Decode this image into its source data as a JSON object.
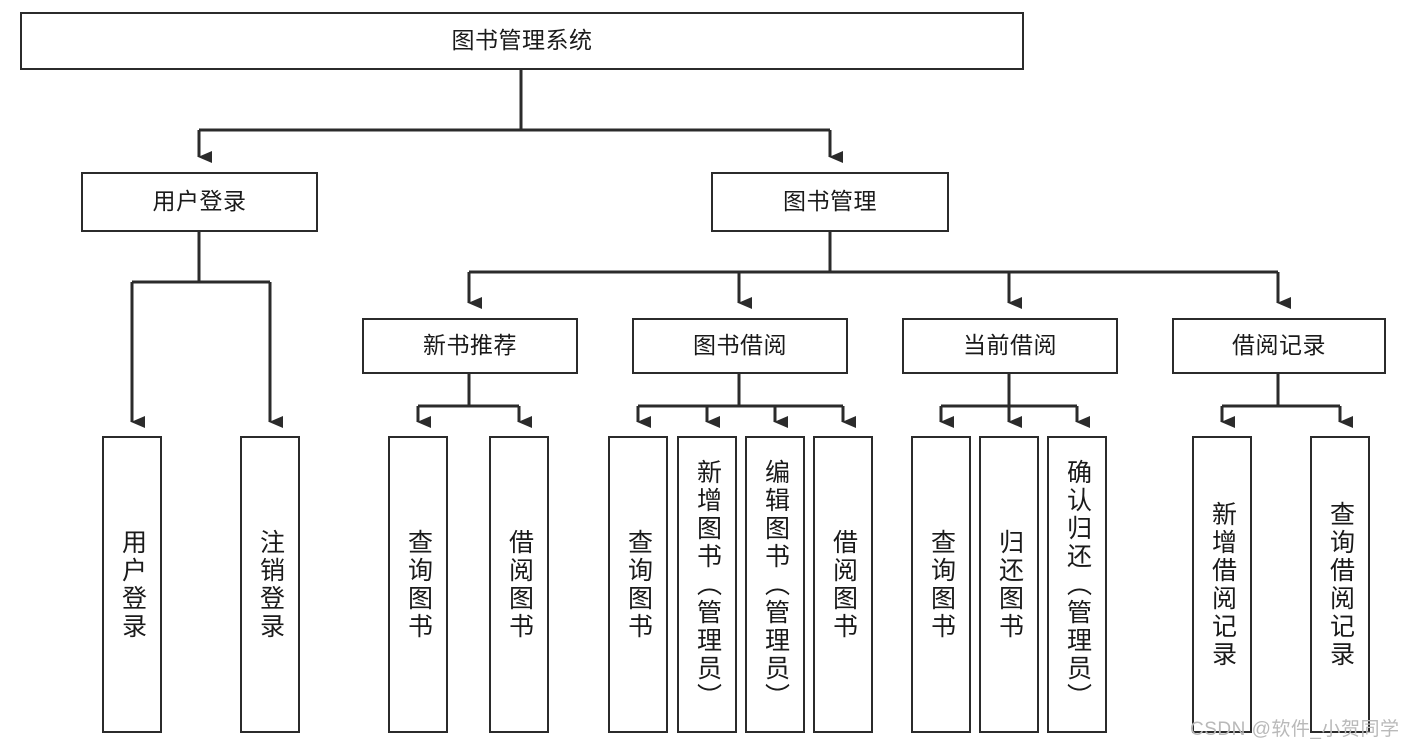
{
  "diagram": {
    "title": "图书管理系统",
    "type": "tree-hierarchy",
    "orientation": "top-down",
    "colors": {
      "box_border": "#2b2b2b",
      "box_fill": "#ffffff",
      "edge": "#2b2b2b",
      "text": "#1a1a1a",
      "watermark": "#b9b9b9",
      "background": "#ffffff"
    }
  },
  "nodes": {
    "root": {
      "label": "图书管理系统",
      "level": 1
    },
    "level2": [
      {
        "id": "user-login",
        "label": "用户登录"
      },
      {
        "id": "book-manage",
        "label": "图书管理"
      }
    ],
    "level3": [
      {
        "id": "new-book-recommend",
        "label": "新书推荐"
      },
      {
        "id": "book-borrow",
        "label": "图书借阅"
      },
      {
        "id": "current-borrow",
        "label": "当前借阅"
      },
      {
        "id": "borrow-record",
        "label": "借阅记录"
      }
    ],
    "leaves": {
      "user-login": [
        {
          "id": "leaf-user-login",
          "label": "用户登录"
        },
        {
          "id": "leaf-user-logout",
          "label": "注销登录"
        }
      ],
      "new-book-recommend": [
        {
          "id": "leaf-query-book-1",
          "label": "查询图书"
        },
        {
          "id": "leaf-borrow-book-1",
          "label": "借阅图书"
        }
      ],
      "book-borrow": [
        {
          "id": "leaf-query-book-2",
          "label": "查询图书"
        },
        {
          "id": "leaf-add-book",
          "label": "新增图书（管理员）"
        },
        {
          "id": "leaf-edit-book",
          "label": "编辑图书（管理员）"
        },
        {
          "id": "leaf-borrow-book-2",
          "label": "借阅图书"
        }
      ],
      "current-borrow": [
        {
          "id": "leaf-query-book-3",
          "label": "查询图书"
        },
        {
          "id": "leaf-return-book",
          "label": "归还图书"
        },
        {
          "id": "leaf-confirm-return",
          "label": "确认归还（管理员）"
        }
      ],
      "borrow-record": [
        {
          "id": "leaf-add-record",
          "label": "新增借阅记录"
        },
        {
          "id": "leaf-query-record",
          "label": "查询借阅记录"
        }
      ]
    }
  },
  "watermark": {
    "text": "CSDN @软件_小贺同学"
  }
}
